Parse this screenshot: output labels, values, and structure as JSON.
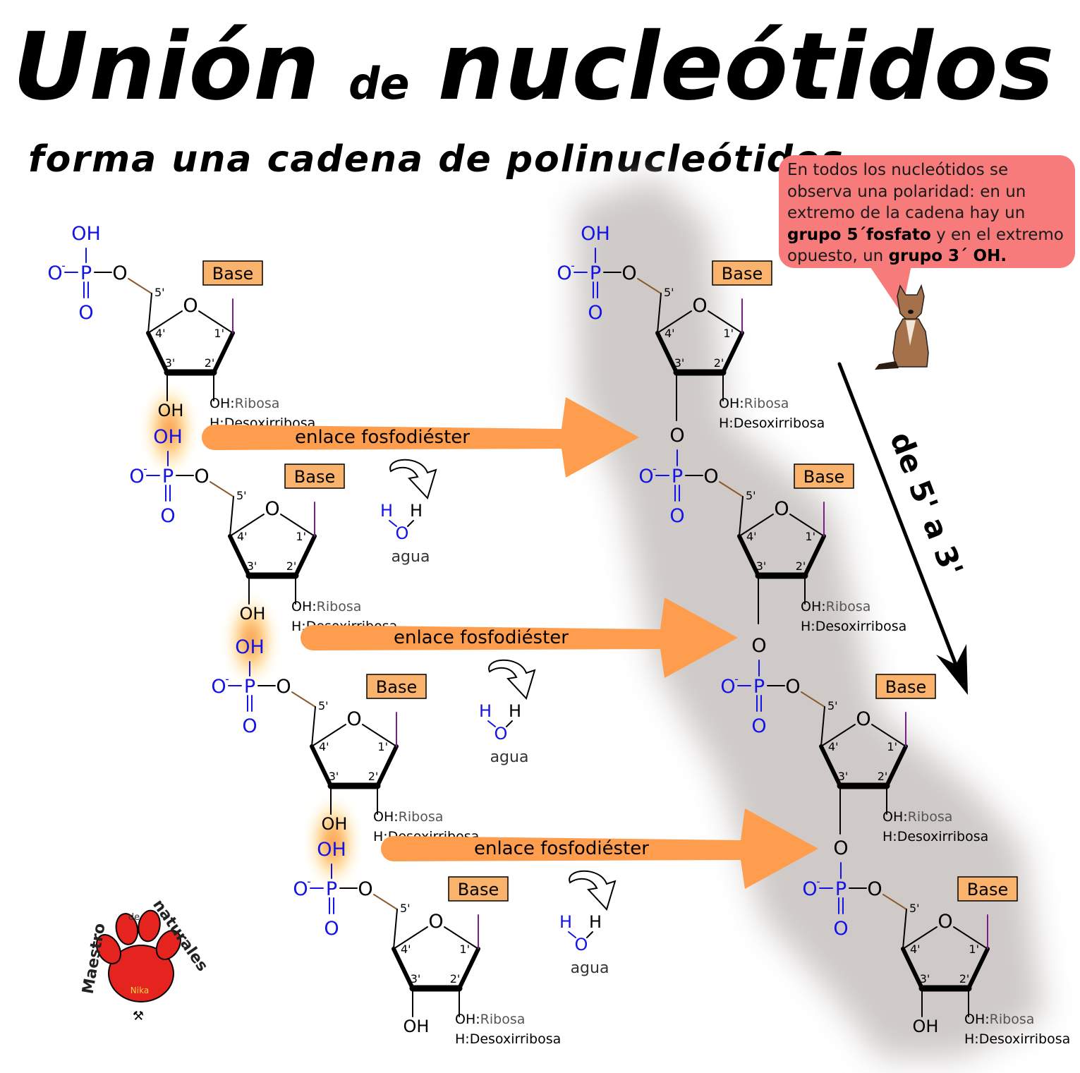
{
  "title": {
    "word1": "Unión",
    "word2": "de",
    "word3": "nucleótidos"
  },
  "subtitle": "forma una cadena de polinucleótidos",
  "note": {
    "part1": "En todos los nucleótidos se observa una polaridad: en un extremo de la cadena hay un ",
    "bold1": "grupo 5´fosfato",
    "part2": " y en el extremo opuesto, un ",
    "bold2": "grupo 3´ OH."
  },
  "direction_label": "de 5' a 3'",
  "bond_label": "enlace fosfodiéster",
  "water_label": "agua",
  "molecule": {
    "base": "Base",
    "ring_oxygen": "O",
    "c5": "5'",
    "c4": "4'",
    "c3": "3'",
    "c2": "2'",
    "c1": "1'",
    "oh": "OH",
    "ribose_prefix": "OH:",
    "ribose": "Ribosa",
    "deoxy_prefix": "H:",
    "deoxy": "Desoxirribosa",
    "phosphorus": "P",
    "oxygen": "O",
    "o_minus": "O",
    "charge": "-",
    "hydrogen": "H"
  },
  "logo": {
    "text1": "Maestro",
    "text2": "de",
    "text3": "naturales",
    "paw_text": "Nika"
  },
  "colors": {
    "phosphate": "#1313e6",
    "base_fill": "#f9b36c",
    "arrow_orange": "#ff9d4f",
    "bubble": "#f77b7b",
    "ring_bond": "#000000",
    "base_bond": "#7a1f8a",
    "c5_bond": "#8b5a2b",
    "shadow": "#d7d3d2",
    "paw": "#e52420"
  },
  "icons": [
    "dog-icon",
    "curved-arrow-icon",
    "paw-icon",
    "hammer-pick-icon"
  ]
}
